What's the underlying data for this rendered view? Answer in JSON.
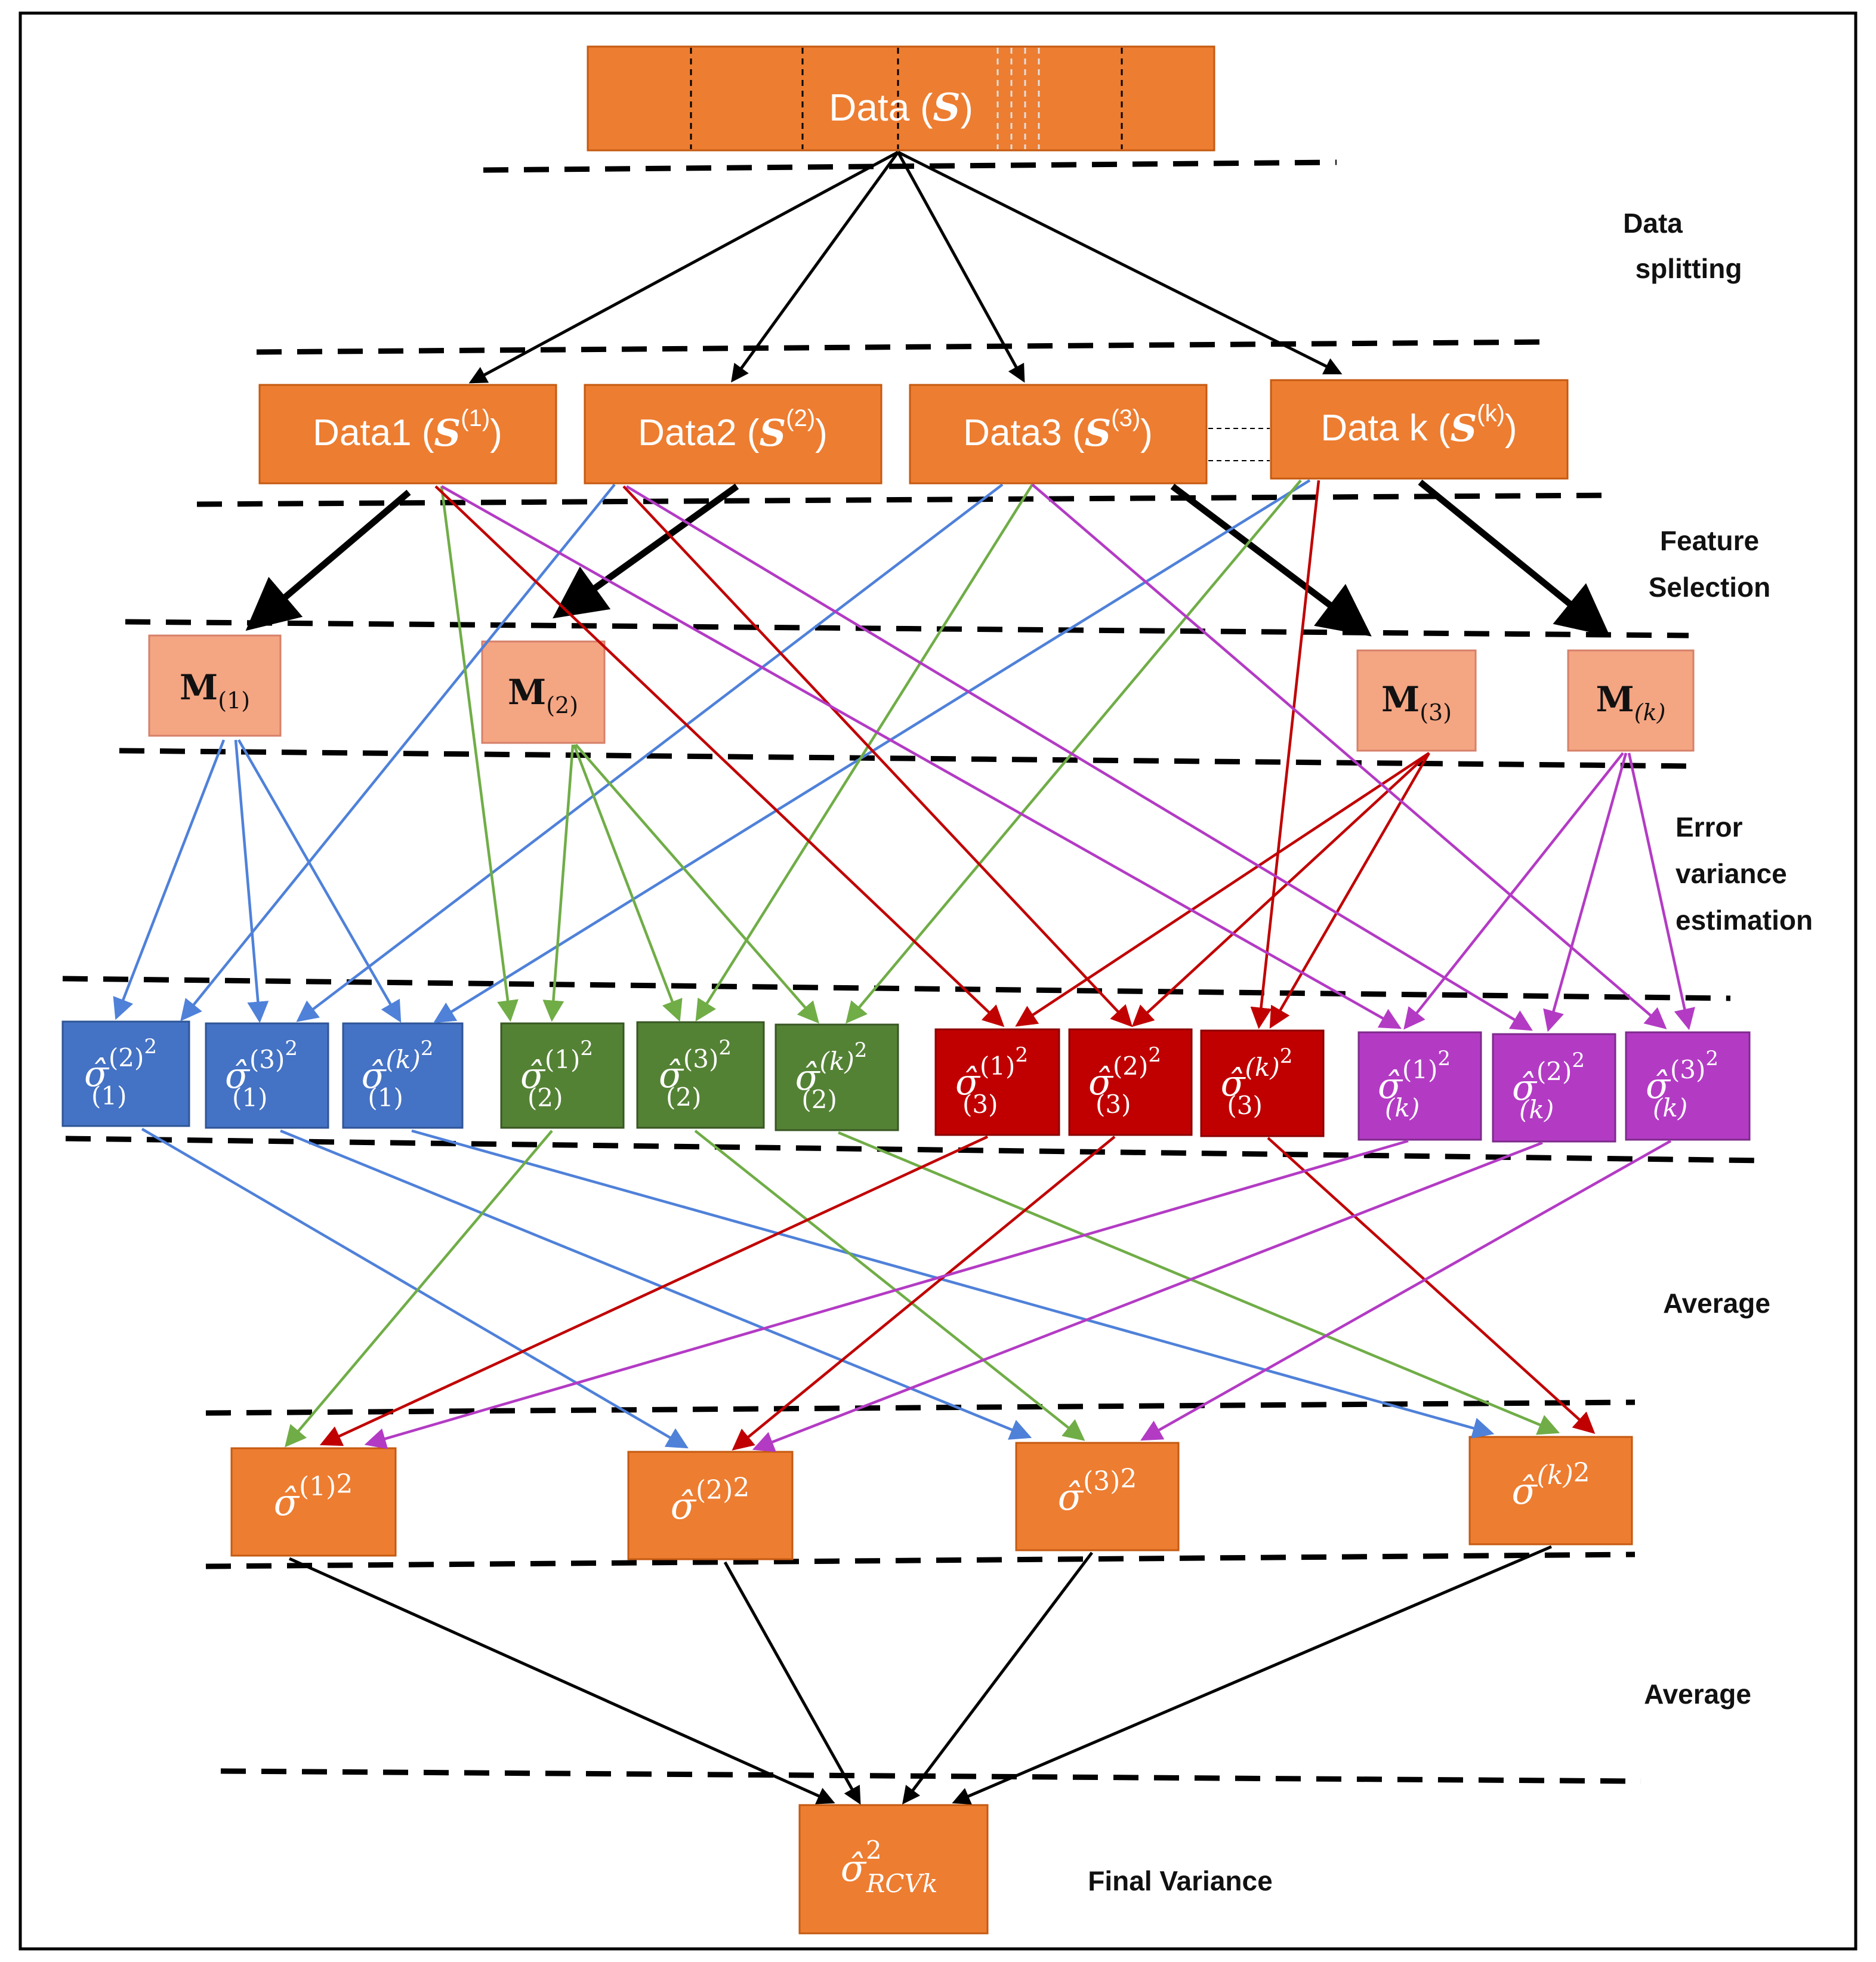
{
  "colors": {
    "orange": "#ED7D31",
    "salmon": "#F4A582",
    "blue": "#4472C4",
    "green": "#548235",
    "red": "#C00000",
    "purple": "#B33BC4",
    "black": "#000000",
    "blue_line": "#4F81D9",
    "green_line": "#70AD47",
    "red_line": "#C00000",
    "purple_line": "#B33BC4"
  },
  "stages": {
    "data_splitting": [
      "Data",
      "splitting"
    ],
    "feature_selection": [
      "Feature",
      "Selection"
    ],
    "error_variance": [
      "Error",
      "variance",
      "estimation"
    ],
    "average_1": "Average",
    "average_2": "Average",
    "final_variance": "Final Variance"
  },
  "data_box": {
    "prefix": "Data (",
    "symbol": "S",
    "suffix": ")"
  },
  "splits": [
    {
      "prefix": "Data1 (",
      "symbol": "S",
      "sup": "(1)",
      "suffix": ")"
    },
    {
      "prefix": "Data2 (",
      "symbol": "S",
      "sup": "(2)",
      "suffix": ")"
    },
    {
      "prefix": "Data3 (",
      "symbol": "S",
      "sup": "(3)",
      "suffix": ")"
    },
    {
      "prefix": "Data k (",
      "symbol": "S",
      "sup": "(k)",
      "suffix": ")"
    }
  ],
  "models": [
    {
      "symbol": "M",
      "sub": "(1)"
    },
    {
      "symbol": "M",
      "sub": "(2)"
    },
    {
      "symbol": "M",
      "sub": "(3)"
    },
    {
      "symbol": "M",
      "sub": "(k)"
    }
  ],
  "estimates": [
    {
      "symbol": "σ̂",
      "sup": "(2)",
      "sub": "(1)",
      "power": "2",
      "group": "blue"
    },
    {
      "symbol": "σ̂",
      "sup": "(3)",
      "sub": "(1)",
      "power": "2",
      "group": "blue"
    },
    {
      "symbol": "σ̂",
      "sup": "(k)",
      "sub": "(1)",
      "power": "2",
      "group": "blue"
    },
    {
      "symbol": "σ̂",
      "sup": "(1)",
      "sub": "(2)",
      "power": "2",
      "group": "green"
    },
    {
      "symbol": "σ̂",
      "sup": "(3)",
      "sub": "(2)",
      "power": "2",
      "group": "green"
    },
    {
      "symbol": "σ̂",
      "sup": "(k)",
      "sub": "(2)",
      "power": "2",
      "group": "green"
    },
    {
      "symbol": "σ̂",
      "sup": "(1)",
      "sub": "(3)",
      "power": "2",
      "group": "red"
    },
    {
      "symbol": "σ̂",
      "sup": "(2)",
      "sub": "(3)",
      "power": "2",
      "group": "red"
    },
    {
      "symbol": "σ̂",
      "sup": "(k)",
      "sub": "(3)",
      "power": "2",
      "group": "red"
    },
    {
      "symbol": "σ̂",
      "sup": "(1)",
      "sub": "(k)",
      "power": "2",
      "group": "purple"
    },
    {
      "symbol": "σ̂",
      "sup": "(2)",
      "sub": "(k)",
      "power": "2",
      "group": "purple"
    },
    {
      "symbol": "σ̂",
      "sup": "(3)",
      "sub": "(k)",
      "power": "2",
      "group": "purple"
    }
  ],
  "averages": [
    {
      "symbol": "σ̂",
      "sup": "(1)",
      "power": "2"
    },
    {
      "symbol": "σ̂",
      "sup": "(2)",
      "power": "2"
    },
    {
      "symbol": "σ̂",
      "sup": "(3)",
      "power": "2"
    },
    {
      "symbol": "σ̂",
      "sup": "(k)",
      "power": "2"
    }
  ],
  "final": {
    "symbol": "σ̂",
    "sup": "2",
    "sub": "RCVk"
  }
}
